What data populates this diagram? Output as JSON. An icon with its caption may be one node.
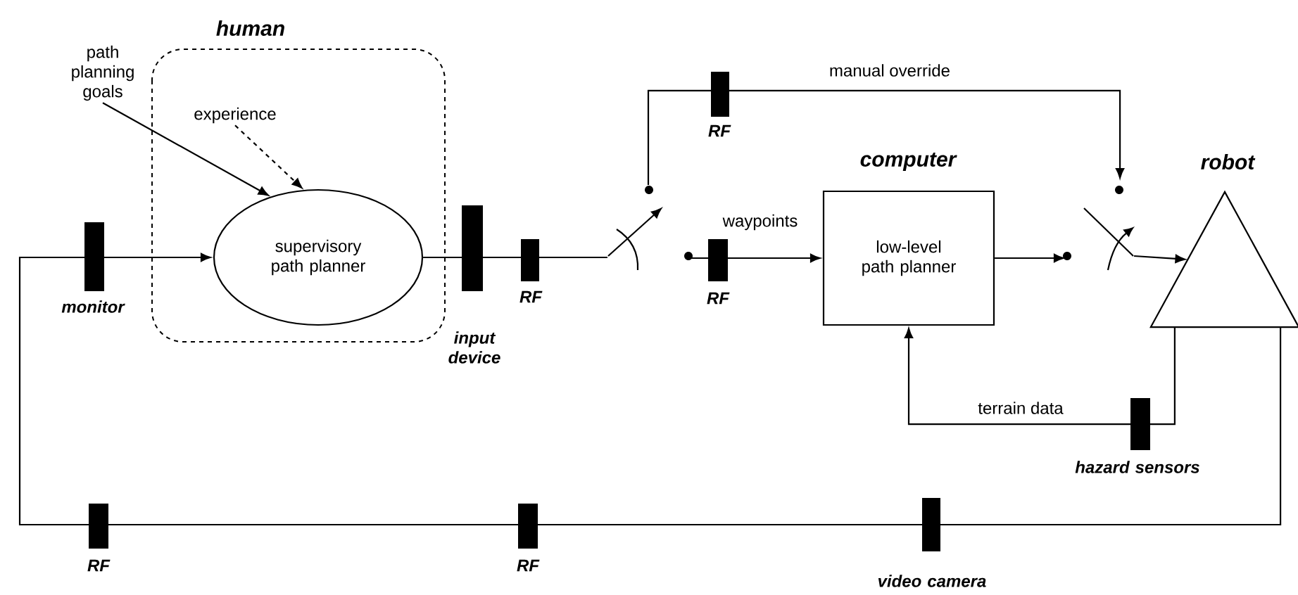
{
  "diagram": {
    "nodes": [
      {
        "text": [
          "human"
        ]
      },
      {
        "text": [
          "supervisory path planner"
        ],
        "in": 0
      },
      {
        "text": [
          "path planning goals"
        ]
      },
      {
        "text": [
          "experience"
        ],
        "in": 0
      },
      {
        "text": [
          "computer",
          "low-level path planner"
        ]
      },
      {
        "text": [
          "robot"
        ]
      },
      {
        "text": [],
        "shape": "switch"
      },
      {
        "text": [],
        "shape": "switch"
      }
    ],
    "edges": [
      {
        "from": 2,
        "to": 1,
        "arrow": "to"
      },
      {
        "from": 3,
        "to": 1,
        "arrow": "to",
        "style": "dashed"
      },
      {
        "from": 1,
        "to": 6,
        "arrow": "none"
      },
      {
        "from": 6,
        "to": 4,
        "arrow": "to",
        "label": "waypoints"
      },
      {
        "from": 6,
        "to": 7,
        "arrow": "to",
        "label": "manual override"
      },
      {
        "from": 4,
        "to": 7,
        "arrow": "to"
      },
      {
        "from": 7,
        "to": 5,
        "arrow": "to"
      },
      {
        "from": 5,
        "to": 4,
        "arrow": "to",
        "label": "terrain data"
      },
      {
        "from": 5,
        "to": 1,
        "arrow": "to"
      }
    ],
    "labels": [
      "RF",
      "RF",
      "RF",
      "monitor",
      "input device",
      "hazard sensors",
      "RF",
      "RF",
      "video camera"
    ]
  }
}
